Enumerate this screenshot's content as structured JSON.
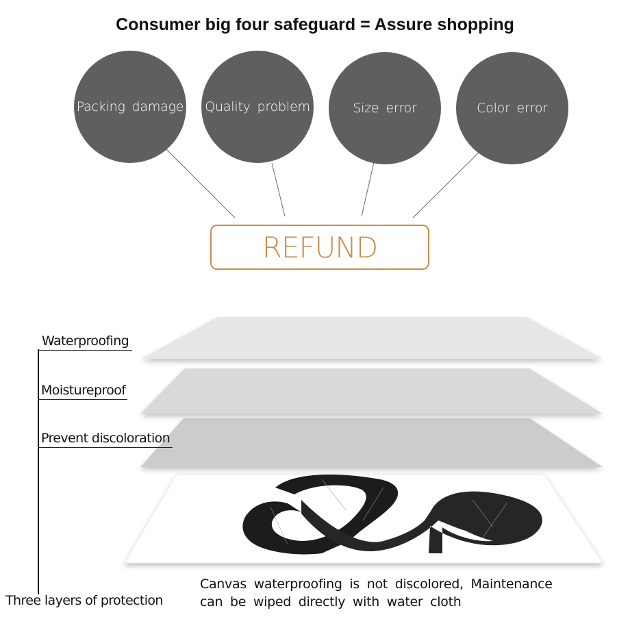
{
  "title": "Consumer big four safeguard = Assure shopping",
  "guarantees": [
    {
      "label": "Packing damage"
    },
    {
      "label": "Quality problem"
    },
    {
      "label": "Size error"
    },
    {
      "label": "Color error"
    }
  ],
  "refund_label": "REFUND",
  "layers": [
    {
      "label": "Waterproofing"
    },
    {
      "label": "Moistureproof"
    },
    {
      "label": "Prevent discoloration"
    }
  ],
  "protection_label": "Three layers of protection",
  "caption_lines": [
    "Canvas waterproofing is not discolored, Maintenance",
    "can be wiped directly with water cloth"
  ],
  "colors": {
    "circle": "#5f5f5f",
    "refund_accent": "#c98d4a",
    "layer_top": "#e6e6e6",
    "layer_mid": "#d9d9d9",
    "layer_bottom": "#cccccc"
  }
}
